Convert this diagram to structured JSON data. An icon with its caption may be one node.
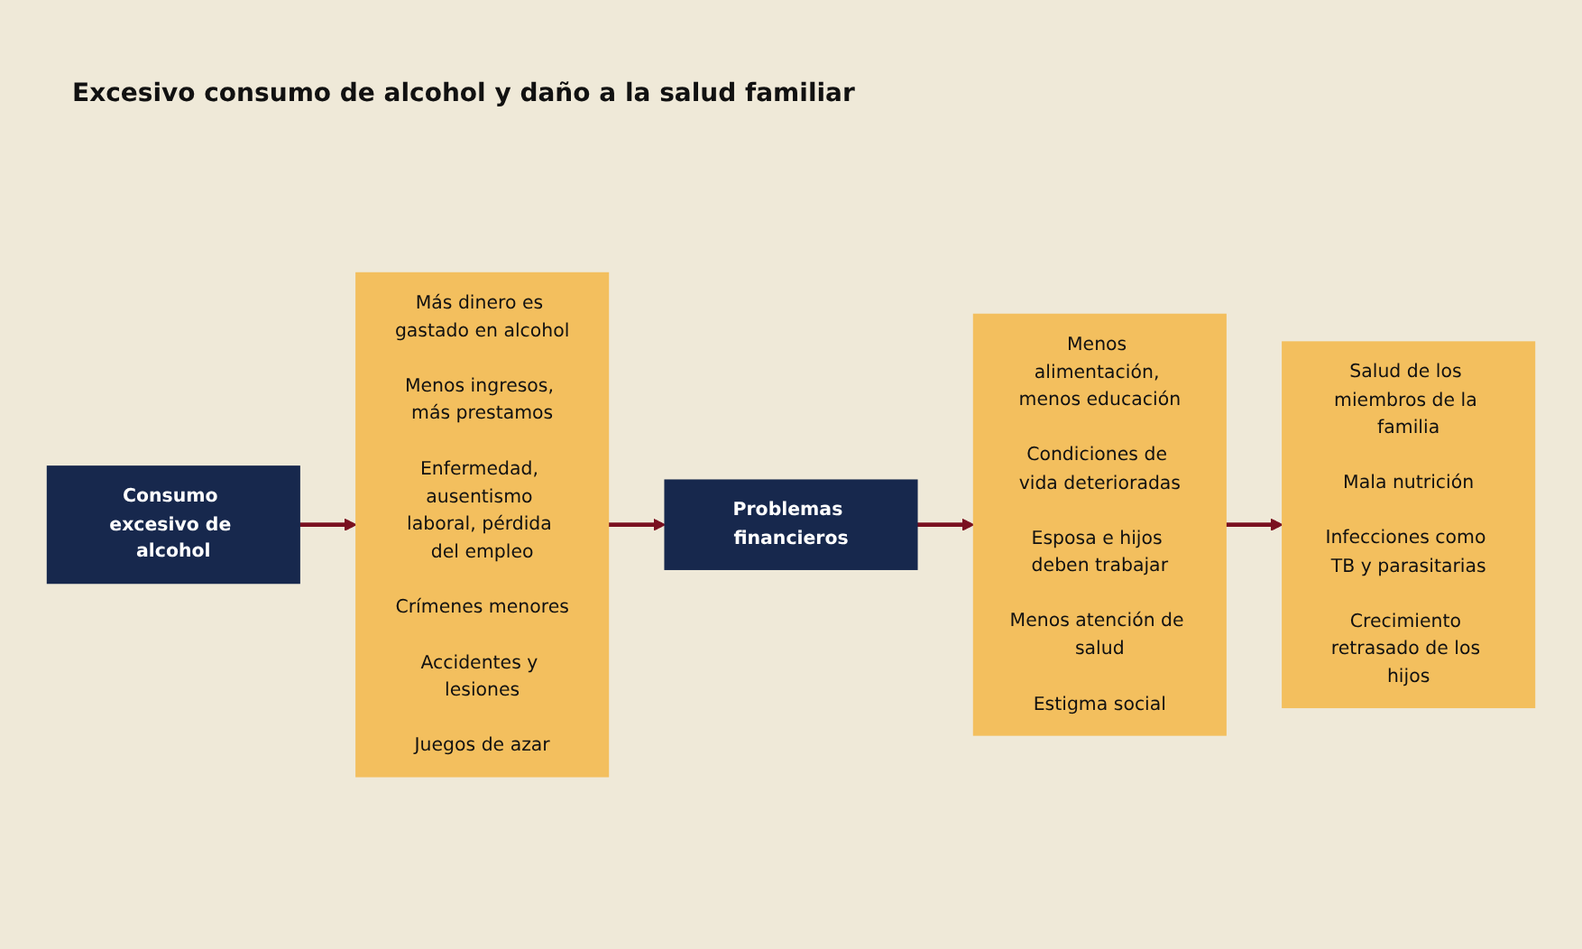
{
  "diagram": {
    "title": "Excesivo consumo de alcohol y daño a la salud familiar",
    "nodes": [
      {
        "text": [
          "Consumo excesivo de alcohol"
        ]
      },
      {
        "text": [
          "Más dinero es gastado en alcohol",
          "Menos ingresos, más prestamos",
          "Enfermedad, ausentismo laboral, pérdida del empleo",
          "Crímenes menores",
          "Accidentes y lesiones",
          "Juegos de azar"
        ]
      },
      {
        "text": [
          "Problemas financieros"
        ]
      },
      {
        "text": [
          "Menos alimentación, menos educación",
          "Condiciones de vida deterioradas",
          "Esposa e hijos deben trabajar",
          "Menos atención de salud",
          "Estigma social"
        ]
      },
      {
        "text": [
          "Salud de los miembros de la familia",
          "Mala nutrición",
          "Infecciones como TB y parasitarias",
          "Crecimiento retrasado de los hijos"
        ]
      }
    ],
    "edges": [
      {
        "from": 0,
        "to": 1,
        "arrow": "to"
      },
      {
        "from": 1,
        "to": 2,
        "arrow": "to"
      },
      {
        "from": 2,
        "to": 3,
        "arrow": "to"
      },
      {
        "from": 3,
        "to": 4,
        "arrow": "to"
      }
    ]
  }
}
